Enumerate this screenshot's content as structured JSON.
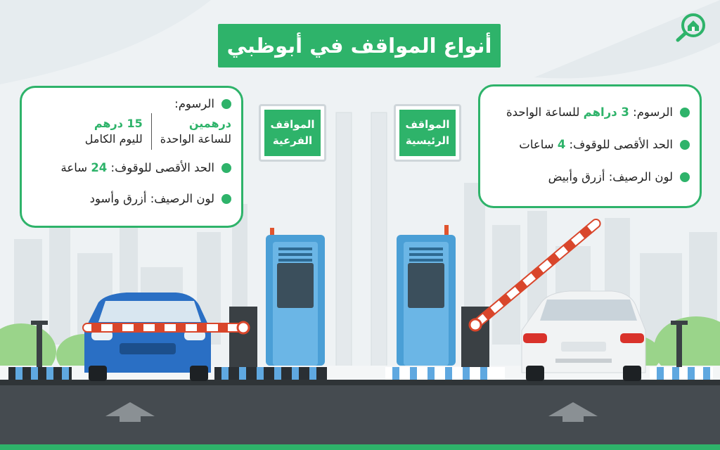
{
  "title": "أنواع المواقف في أبوظبي",
  "logo": {
    "icon": "house-magnifier-icon",
    "color": "#2eb36a"
  },
  "colors": {
    "accent": "#2eb36a",
    "booth": "#4a9fd6",
    "car_blue": "#2a6fc4",
    "barrier_red": "#d9462b"
  },
  "main_parking": {
    "sign_line1": "المواقف",
    "sign_line2": "الرئيسية",
    "fees_label": "الرسوم:",
    "fees_value": "3 دراهم",
    "fees_unit": "للساعة الواحدة",
    "max_label": "الحد الأقصى للوقوف:",
    "max_value": "4",
    "max_unit": "ساعات",
    "curb_label": "لون الرصيف:",
    "curb_value": "أزرق وأبيض"
  },
  "sub_parking": {
    "sign_line1": "المواقف",
    "sign_line2": "الفرعية",
    "fees_label": "الرسوم:",
    "fee_hour_value": "درهمين",
    "fee_hour_unit": "للساعة الواحدة",
    "fee_day_value": "15 درهم",
    "fee_day_unit": "لليوم الكامل",
    "max_label": "الحد الأقصى للوقوف:",
    "max_value": "24",
    "max_unit": "ساعة",
    "curb_label": "لون الرصيف:",
    "curb_value": "أزرق وأسود"
  }
}
